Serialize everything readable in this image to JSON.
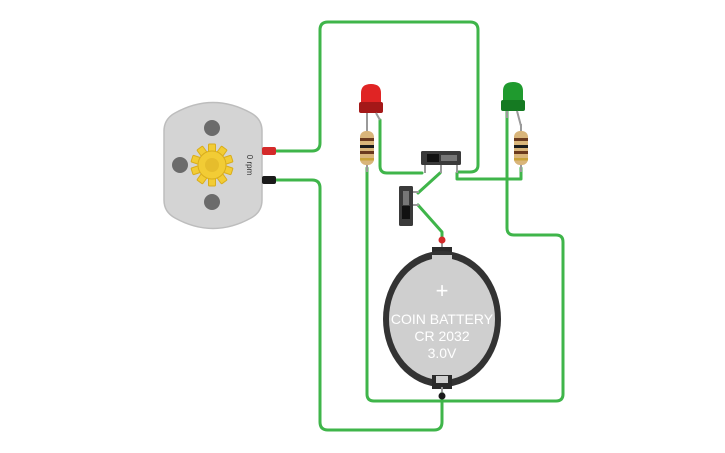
{
  "motor": {
    "speed_label": "0 rpm"
  },
  "battery": {
    "line1": "COIN BATTERY",
    "line2": "CR 2032",
    "line3": "3.0V",
    "plus_symbol": "+"
  },
  "colors": {
    "wire": "#3fb54a",
    "led_red": "#e02424",
    "led_green": "#1f9a2e",
    "motor_body": "#d4d4d4",
    "gear": "#f2cc35",
    "battery_body": "#cfcfcf",
    "battery_rim": "#333333",
    "terminal_red": "#d42a2a",
    "terminal_black": "#1a1a1a"
  },
  "icons": {
    "motor": "dc-motor-icon",
    "gear": "gear-icon",
    "led_red": "red-led-icon",
    "led_green": "green-led-icon",
    "resistor": "resistor-icon",
    "switch": "slide-switch-icon",
    "battery": "coin-battery-icon"
  }
}
